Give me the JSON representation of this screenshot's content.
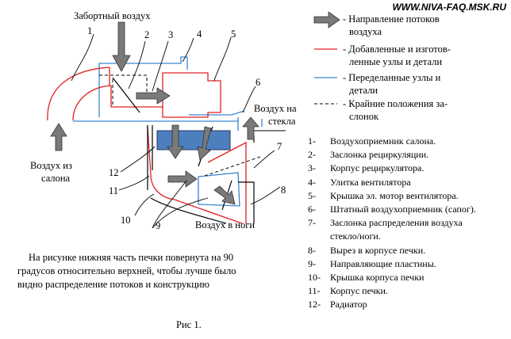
{
  "site": "WWW.NIVA-FAQ.MSK.RU",
  "diagram": {
    "label_intake": "Забортный воздух",
    "label_from_cabin_1": "Воздух из",
    "label_from_cabin_2": "салона",
    "label_to_glass_1": "Воздух на",
    "label_to_glass_2": "стекла",
    "label_to_feet": "Воздух в ноги",
    "callouts": [
      "1",
      "2",
      "3",
      "4",
      "5",
      "6",
      "7",
      "8",
      "9",
      "10",
      "11",
      "12"
    ]
  },
  "legend": [
    {
      "symbol": "arrow",
      "lines": [
        "- Направление потоков",
        "воздуха"
      ]
    },
    {
      "symbol": "red-line",
      "color": "#e02020",
      "lines": [
        "- Добавленные и изготов-",
        "ленные узлы и детали"
      ]
    },
    {
      "symbol": "blue-line",
      "color": "#3a86d0",
      "lines": [
        "- Переделанные узлы и",
        "детали"
      ]
    },
    {
      "symbol": "dashed-line",
      "lines": [
        "- Крайние положения за-",
        "слонок"
      ]
    }
  ],
  "parts": [
    {
      "num": "1-",
      "text": "Воздухоприемник салона."
    },
    {
      "num": "2-",
      "text": "Заслонка рециркуляции."
    },
    {
      "num": "3-",
      "text": "Корпус рециркулятора."
    },
    {
      "num": "4-",
      "text": "Улитка вентилятора"
    },
    {
      "num": "5-",
      "text": "Крышка эл. мотор вентилятора."
    },
    {
      "num": "6-",
      "text": "Штатный воздухоприемник (сапог)."
    },
    {
      "num": "7-",
      "text": "Заслонка распределения воздуха"
    },
    {
      "num": "",
      "text": "стекло/ноги."
    },
    {
      "num": "8-",
      "text": "Вырез в корпусе печки."
    },
    {
      "num": "9-",
      "text": "Направляющие пластины."
    },
    {
      "num": "10-",
      "text": "Крышка корпуса печки"
    },
    {
      "num": "11-",
      "text": "Корпус печки."
    },
    {
      "num": "12-",
      "text": "Радиатор"
    }
  ],
  "caption": "На рисунке нижняя часть печки повернута на 90 градусов относительно верхней, чтобы лучше было видно распределение потоков и конструкцию",
  "figure_label": "Рис 1."
}
